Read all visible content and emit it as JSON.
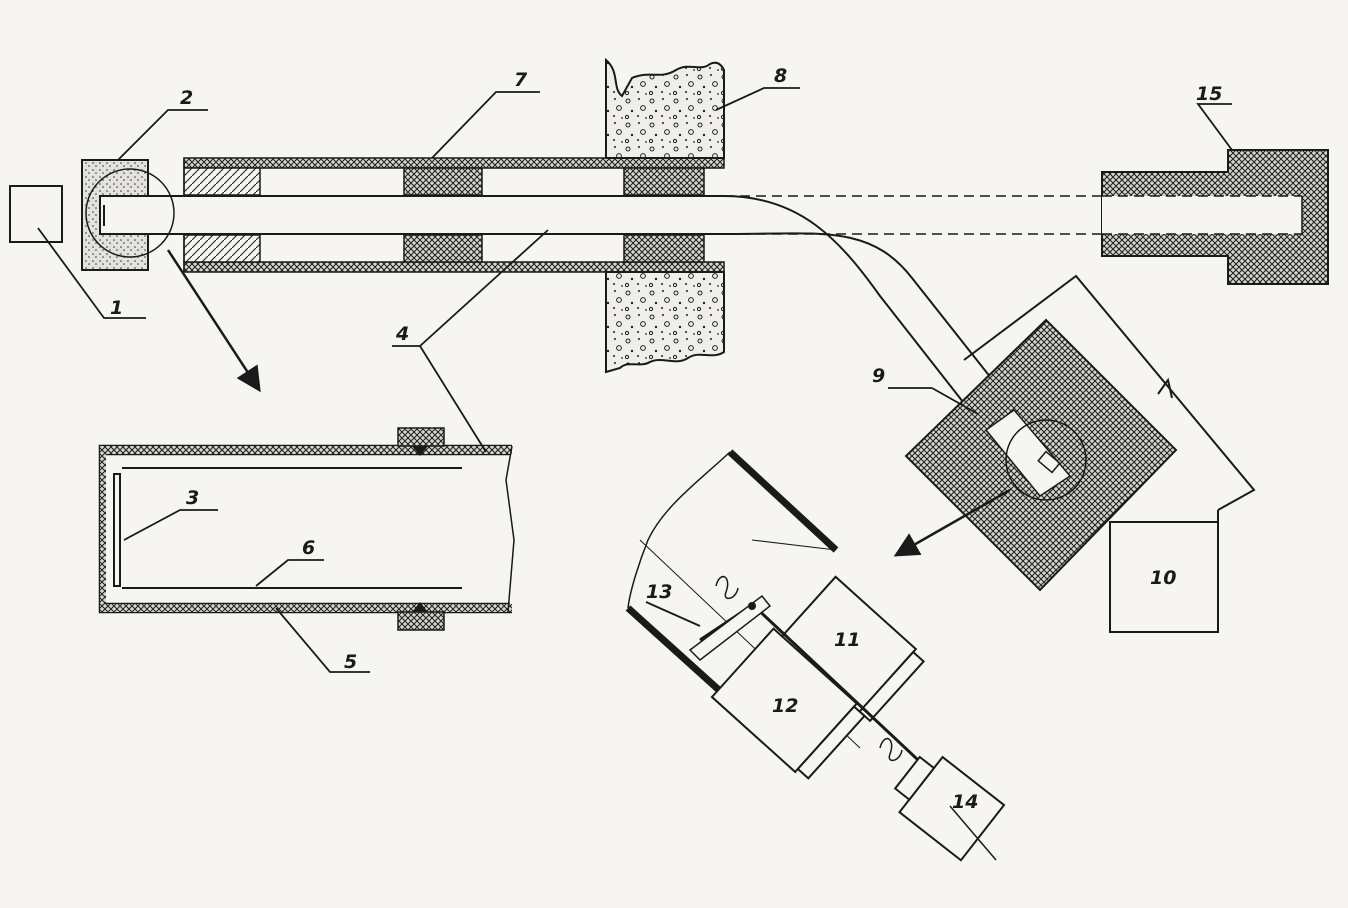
{
  "labels": {
    "l1": "1",
    "l2": "2",
    "l3": "3",
    "l4": "4",
    "l5": "5",
    "l6": "6",
    "l7": "7",
    "l8": "8",
    "l9": "9",
    "l10": "10",
    "l11": "11",
    "l12": "12",
    "l13": "13",
    "l14": "14",
    "l15": "15"
  },
  "colors": {
    "ink": "#1a1a1a",
    "paper": "#f6f5f1"
  }
}
